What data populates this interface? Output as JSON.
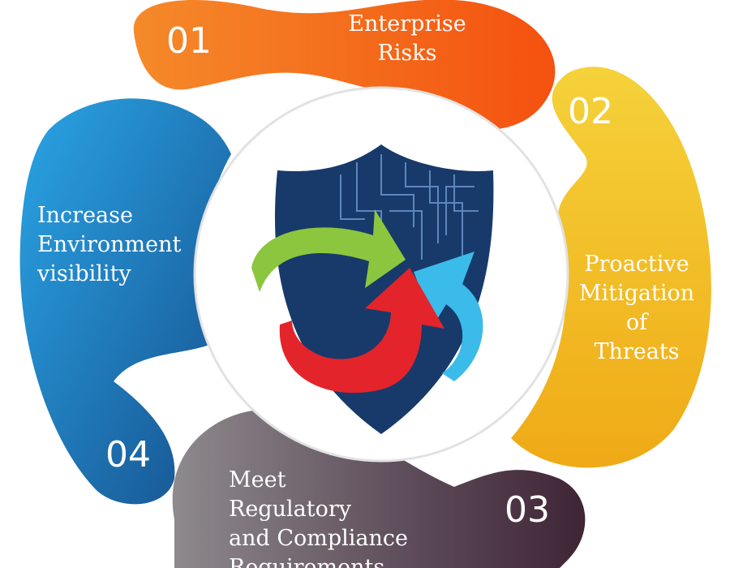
{
  "steps": [
    {
      "number": "01",
      "label_lines": [
        "Enterprise",
        "Risks"
      ],
      "color": "#f26a1b"
    },
    {
      "number": "02",
      "label_lines": [
        "Proactive",
        "Mitigation",
        "of",
        "Threats"
      ],
      "color": "#f2b61f"
    },
    {
      "number": "03",
      "label_lines": [
        "Meet",
        "Regulatory",
        "and Compliance",
        "Requirements"
      ],
      "color": "#5a4a55"
    },
    {
      "number": "04",
      "label_lines": [
        "Increase",
        "Environment",
        "visibility"
      ],
      "color": "#1e7cc4"
    }
  ],
  "center": {
    "icon": "shield-with-circuit-and-arrows",
    "shield_color": "#173a6a",
    "arrow_colors": [
      "#8cc63f",
      "#e3242b",
      "#3bbbe9"
    ]
  }
}
